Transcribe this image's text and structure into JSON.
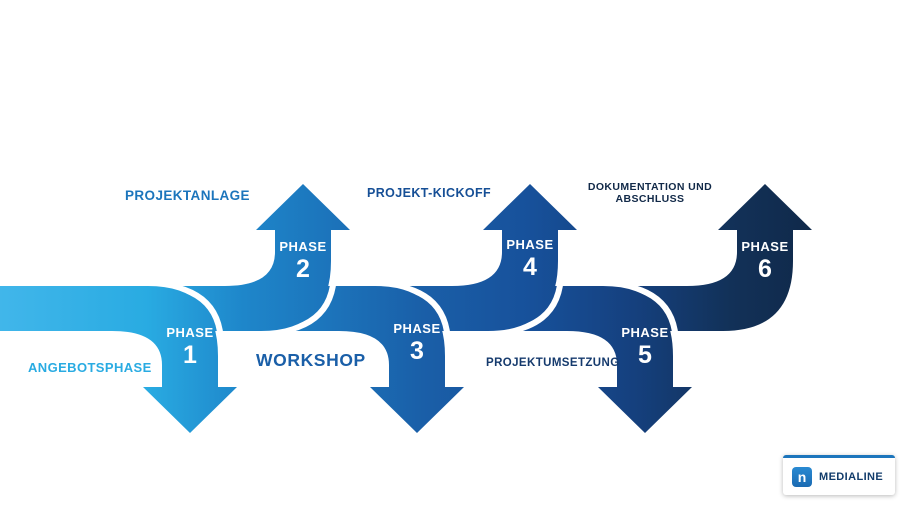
{
  "title": "Projektphasen Diagramm",
  "phases": [
    {
      "word": "PHASE",
      "number": "1",
      "direction": "down",
      "color": "#29abe2",
      "label": "ANGEBOTSPHASE"
    },
    {
      "word": "PHASE",
      "number": "2",
      "direction": "up",
      "color": "#1c75bc",
      "label": "PROJEKTANLAGE"
    },
    {
      "word": "PHASE",
      "number": "3",
      "direction": "down",
      "color": "#1a5fa8",
      "label": "WORKSHOP"
    },
    {
      "word": "PHASE",
      "number": "4",
      "direction": "up",
      "color": "#164f96",
      "label": "PROJEKT-KICKOFF"
    },
    {
      "word": "PHASE",
      "number": "5",
      "direction": "down",
      "color": "#153a6d",
      "label": "PROJEKTUMSETZUNG"
    },
    {
      "word": "PHASE",
      "number": "6",
      "direction": "up",
      "color": "#112948",
      "label": "DOKUMENTATION UND ABSCHLUSS"
    }
  ],
  "ribbon": {
    "gradient_start": "#41b6ea",
    "gradient_end": "#10294a"
  },
  "logo": {
    "name": "MEDIALINE",
    "icon_letter": "n",
    "accent_color": "#1c75bc"
  }
}
